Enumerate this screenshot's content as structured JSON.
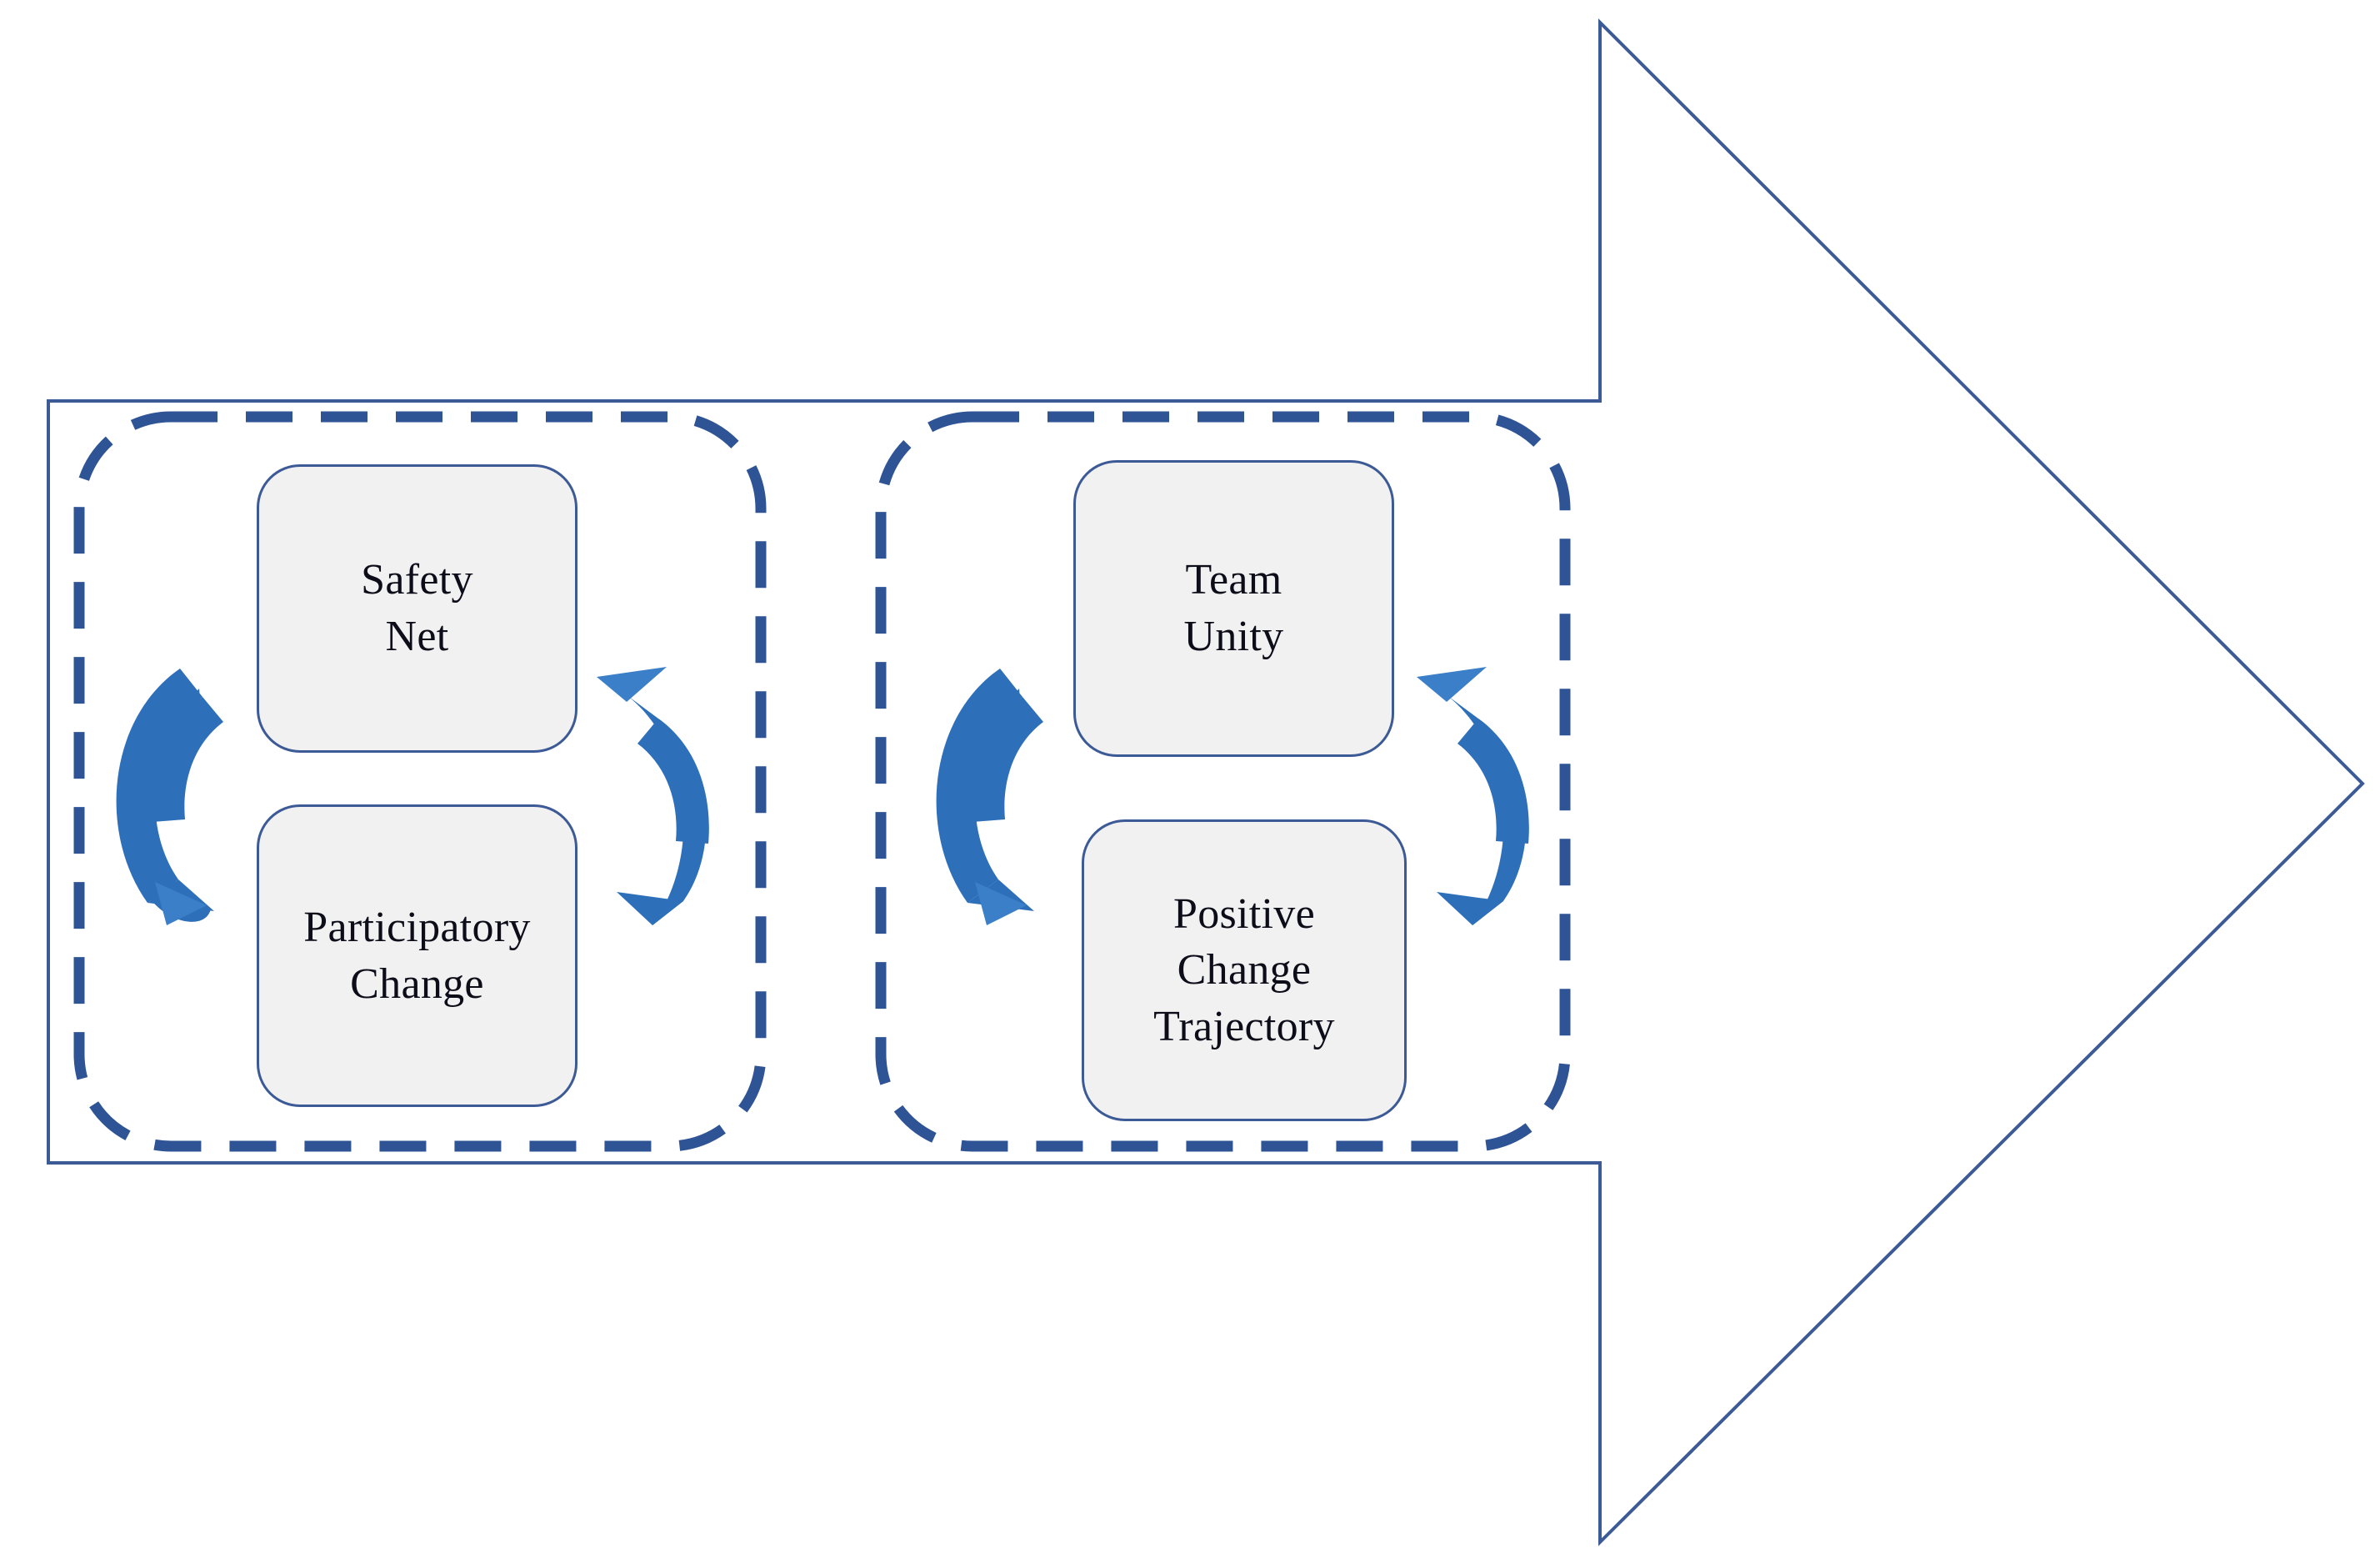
{
  "diagram": {
    "type": "process-arrow-diagram",
    "background_color": "#ffffff",
    "outer_shape": {
      "name": "right-pointing-arrow-outline",
      "stroke_color": "#3c5a96",
      "fill": "none"
    },
    "groups": [
      {
        "id": "group-left",
        "border_style": "dashed",
        "border_color": "#2f5496",
        "nodes": [
          {
            "id": "safety-net",
            "label": "Safety\nNet",
            "fill": "#f1f1f1",
            "border_color": "#3c5a96"
          },
          {
            "id": "participatory-change",
            "label": "Participatory\nChange",
            "fill": "#f1f1f1",
            "border_color": "#3c5a96"
          }
        ],
        "connectors": [
          {
            "id": "left-loop-down",
            "icon": "curved-arrow-down",
            "direction": "top-to-bottom",
            "color": "#2e6fba"
          },
          {
            "id": "left-loop-up",
            "icon": "curved-arrow-up",
            "direction": "bottom-to-top",
            "color": "#2e6fba"
          }
        ]
      },
      {
        "id": "group-right",
        "border_style": "dashed",
        "border_color": "#2f5496",
        "nodes": [
          {
            "id": "team-unity",
            "label": "Team\nUnity",
            "fill": "#f1f1f1",
            "border_color": "#3c5a96"
          },
          {
            "id": "positive-change-trajectory",
            "label": "Positive\nChange\nTrajectory",
            "fill": "#f1f1f1",
            "border_color": "#3c5a96"
          }
        ],
        "connectors": [
          {
            "id": "right-loop-down",
            "icon": "curved-arrow-down",
            "direction": "top-to-bottom",
            "color": "#2e6fba"
          },
          {
            "id": "right-loop-up",
            "icon": "curved-arrow-up",
            "direction": "bottom-to-top",
            "color": "#2e6fba"
          }
        ]
      }
    ]
  }
}
